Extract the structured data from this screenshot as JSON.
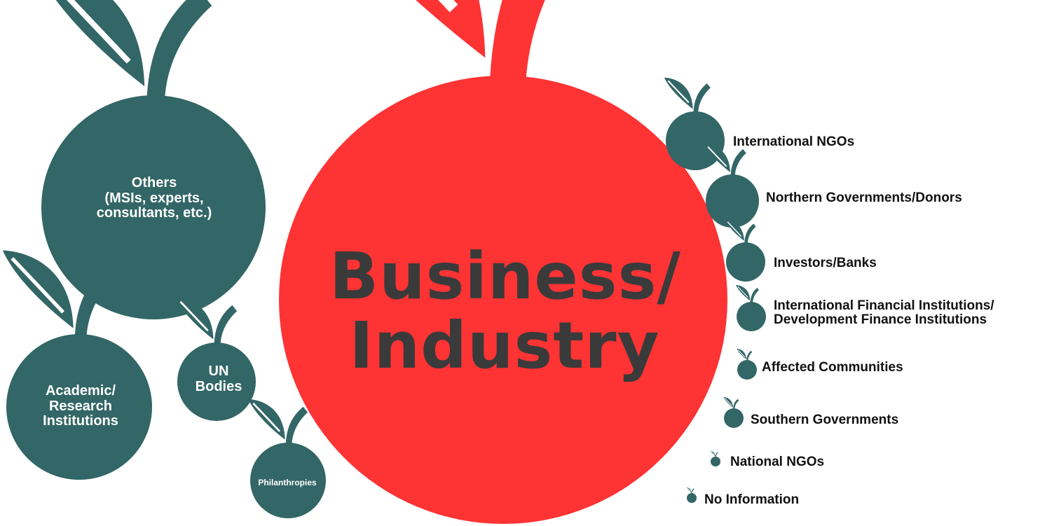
{
  "colors": {
    "teal": "#336666",
    "red": "#fe3334",
    "main_text": "#3a3a3a",
    "side_text": "#111111"
  },
  "center": {
    "label": "Business/\nIndustry"
  },
  "left_apples": [
    {
      "label": "Others\n(MSIs, experts,\nconsultants, etc.)"
    },
    {
      "label": "Academic/\nResearch\nInstitutions"
    },
    {
      "label": "UN\nBodies"
    },
    {
      "label": "Philanthropies"
    }
  ],
  "right_list": [
    {
      "label": "International NGOs"
    },
    {
      "label": "Northern Governments/Donors"
    },
    {
      "label": "Investors/Banks"
    },
    {
      "label": "International Financial Institutions/\nDevelopment Finance Institutions"
    },
    {
      "label": "Affected Communities"
    },
    {
      "label": "Southern Governments"
    },
    {
      "label": "National NGOs"
    },
    {
      "label": "No Information"
    }
  ]
}
